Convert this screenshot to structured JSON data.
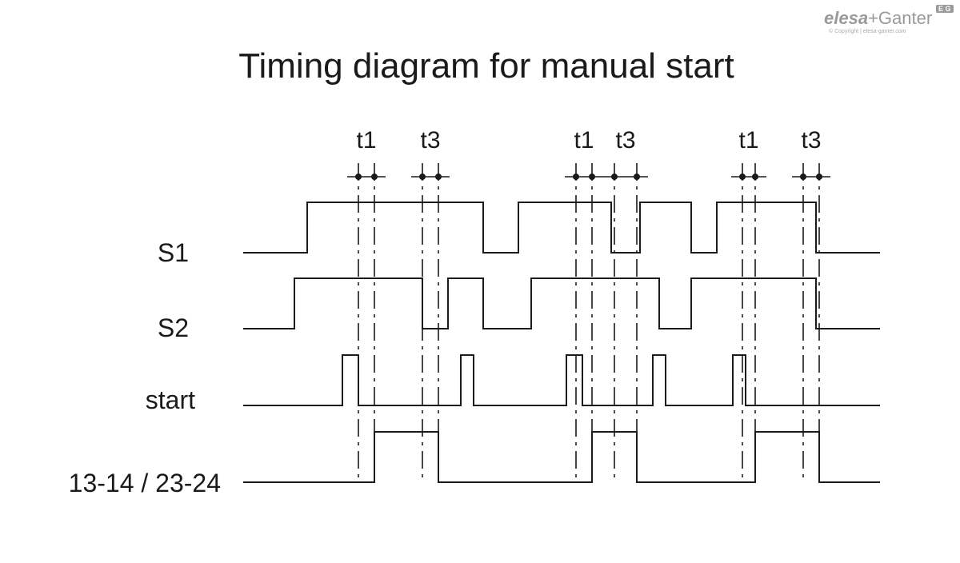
{
  "logo": {
    "brand_a": "elesa",
    "plus": "+",
    "brand_b": "Ganter",
    "badge": "E G",
    "copyright": "© Copyright | elesa-ganter.com"
  },
  "title": "Timing diagram for manual start",
  "signals": [
    {
      "label": "S1",
      "transitions": [
        [
          0,
          0
        ],
        [
          2.0,
          1
        ],
        [
          7.5,
          0
        ],
        [
          8.6,
          1
        ],
        [
          11.5,
          0
        ],
        [
          12.4,
          1
        ],
        [
          14.0,
          0
        ],
        [
          14.8,
          1
        ],
        [
          17.9,
          0
        ]
      ]
    },
    {
      "label": "S2",
      "transitions": [
        [
          0,
          0
        ],
        [
          1.6,
          1
        ],
        [
          5.6,
          0
        ],
        [
          6.4,
          1
        ],
        [
          7.5,
          0
        ],
        [
          9.0,
          1
        ],
        [
          13.0,
          0
        ],
        [
          14.0,
          1
        ],
        [
          17.9,
          0
        ]
      ]
    },
    {
      "label": "start",
      "transitions": [
        [
          0,
          0
        ],
        [
          3.1,
          1
        ],
        [
          3.6,
          0
        ],
        [
          6.8,
          1
        ],
        [
          7.2,
          0
        ],
        [
          10.1,
          1
        ],
        [
          10.6,
          0
        ],
        [
          12.8,
          1
        ],
        [
          13.2,
          0
        ],
        [
          15.3,
          1
        ],
        [
          15.7,
          0
        ]
      ]
    },
    {
      "label": "13-14 / 23-24",
      "transitions": [
        [
          0,
          0
        ],
        [
          4.1,
          1
        ],
        [
          6.1,
          0
        ],
        [
          10.9,
          1
        ],
        [
          12.3,
          0
        ],
        [
          16.0,
          1
        ],
        [
          18.0,
          0
        ]
      ]
    }
  ],
  "markers": [
    {
      "label": "t1",
      "from": 3.6,
      "to": 4.1
    },
    {
      "label": "t3",
      "from": 5.6,
      "to": 6.1
    },
    {
      "label": "t1",
      "from": 10.4,
      "to": 10.9
    },
    {
      "label": "t3",
      "from": 11.6,
      "to": 12.3
    },
    {
      "label": "t1",
      "from": 15.6,
      "to": 16.0
    },
    {
      "label": "t3",
      "from": 17.5,
      "to": 18.0
    }
  ],
  "time_end": 20
}
